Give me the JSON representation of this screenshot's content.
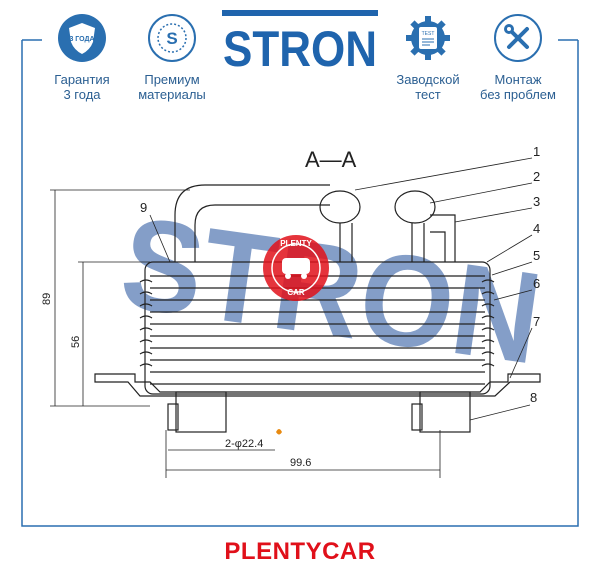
{
  "brand": {
    "name": "STRON",
    "footer": "PLENTYCAR",
    "watermark_text": "PLENTY CAR"
  },
  "colors": {
    "accent": "#2a6fb0",
    "footer": "#e0101a",
    "watermark": "#e0101a"
  },
  "badges": [
    {
      "icon": "shield-icon",
      "badge_text": "3 ГОДА",
      "line1": "Гарантия",
      "line2": "3 года"
    },
    {
      "icon": "premium-s-icon",
      "badge_text": "S",
      "line1": "Премиум",
      "line2": "материалы"
    },
    {
      "icon": "gear-test-icon",
      "badge_text": "TEST",
      "line1": "Заводской",
      "line2": "тест"
    },
    {
      "icon": "wrench-screwdriver-icon",
      "badge_text": "",
      "line1": "Монтаж",
      "line2": "без проблем"
    }
  ],
  "drawing": {
    "section_title": "A—A",
    "callouts": [
      "1",
      "2",
      "3",
      "4",
      "5",
      "6",
      "7",
      "8",
      "9"
    ],
    "dimensions": {
      "height_total": "89",
      "height_body": "56",
      "width": "99.6",
      "hole": "2-φ22.4"
    }
  }
}
